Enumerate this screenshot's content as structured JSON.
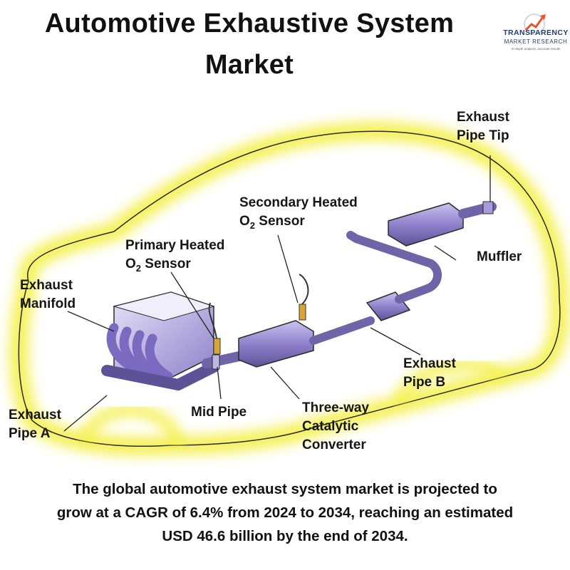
{
  "header": {
    "title_line1": "Automotive Exhaustive System",
    "title_line2": "Market"
  },
  "logo": {
    "brand": "TRANSPARENCY",
    "sub": "MARKET RESEARCH",
    "tagline": "In-depth analysis, accurate results",
    "accent_color": "#e8552b",
    "brand_color": "#1f3f6e"
  },
  "diagram": {
    "glow_color": "#f4f04a",
    "part_color": "#8a7bc8",
    "labels": {
      "exhaust_pipe_tip_l1": "Exhaust",
      "exhaust_pipe_tip_l2": "Pipe Tip",
      "secondary_sensor_l1": "Secondary Heated",
      "secondary_sensor_o": "O",
      "secondary_sensor_sub": "2",
      "secondary_sensor_rest": " Sensor",
      "primary_sensor_l1": "Primary Heated",
      "primary_sensor_o": "O",
      "primary_sensor_sub": "2",
      "primary_sensor_rest": " Sensor",
      "muffler": "Muffler",
      "exhaust_manifold_l1": "Exhaust",
      "exhaust_manifold_l2": "Manifold",
      "exhaust_pipe_b_l1": "Exhaust",
      "exhaust_pipe_b_l2": "Pipe B",
      "exhaust_pipe_a_l1": "Exhaust",
      "exhaust_pipe_a_l2": "Pipe A",
      "mid_pipe": "Mid Pipe",
      "catalytic_l1": "Three-way",
      "catalytic_l2": "Catalytic",
      "catalytic_l3": "Converter"
    }
  },
  "footer": {
    "line1": "The global automotive exhaust system market is projected to",
    "line2": "grow at a CAGR of 6.4% from 2024 to 2034, reaching an estimated",
    "line3": "USD 46.6 billion by the end of 2034."
  }
}
